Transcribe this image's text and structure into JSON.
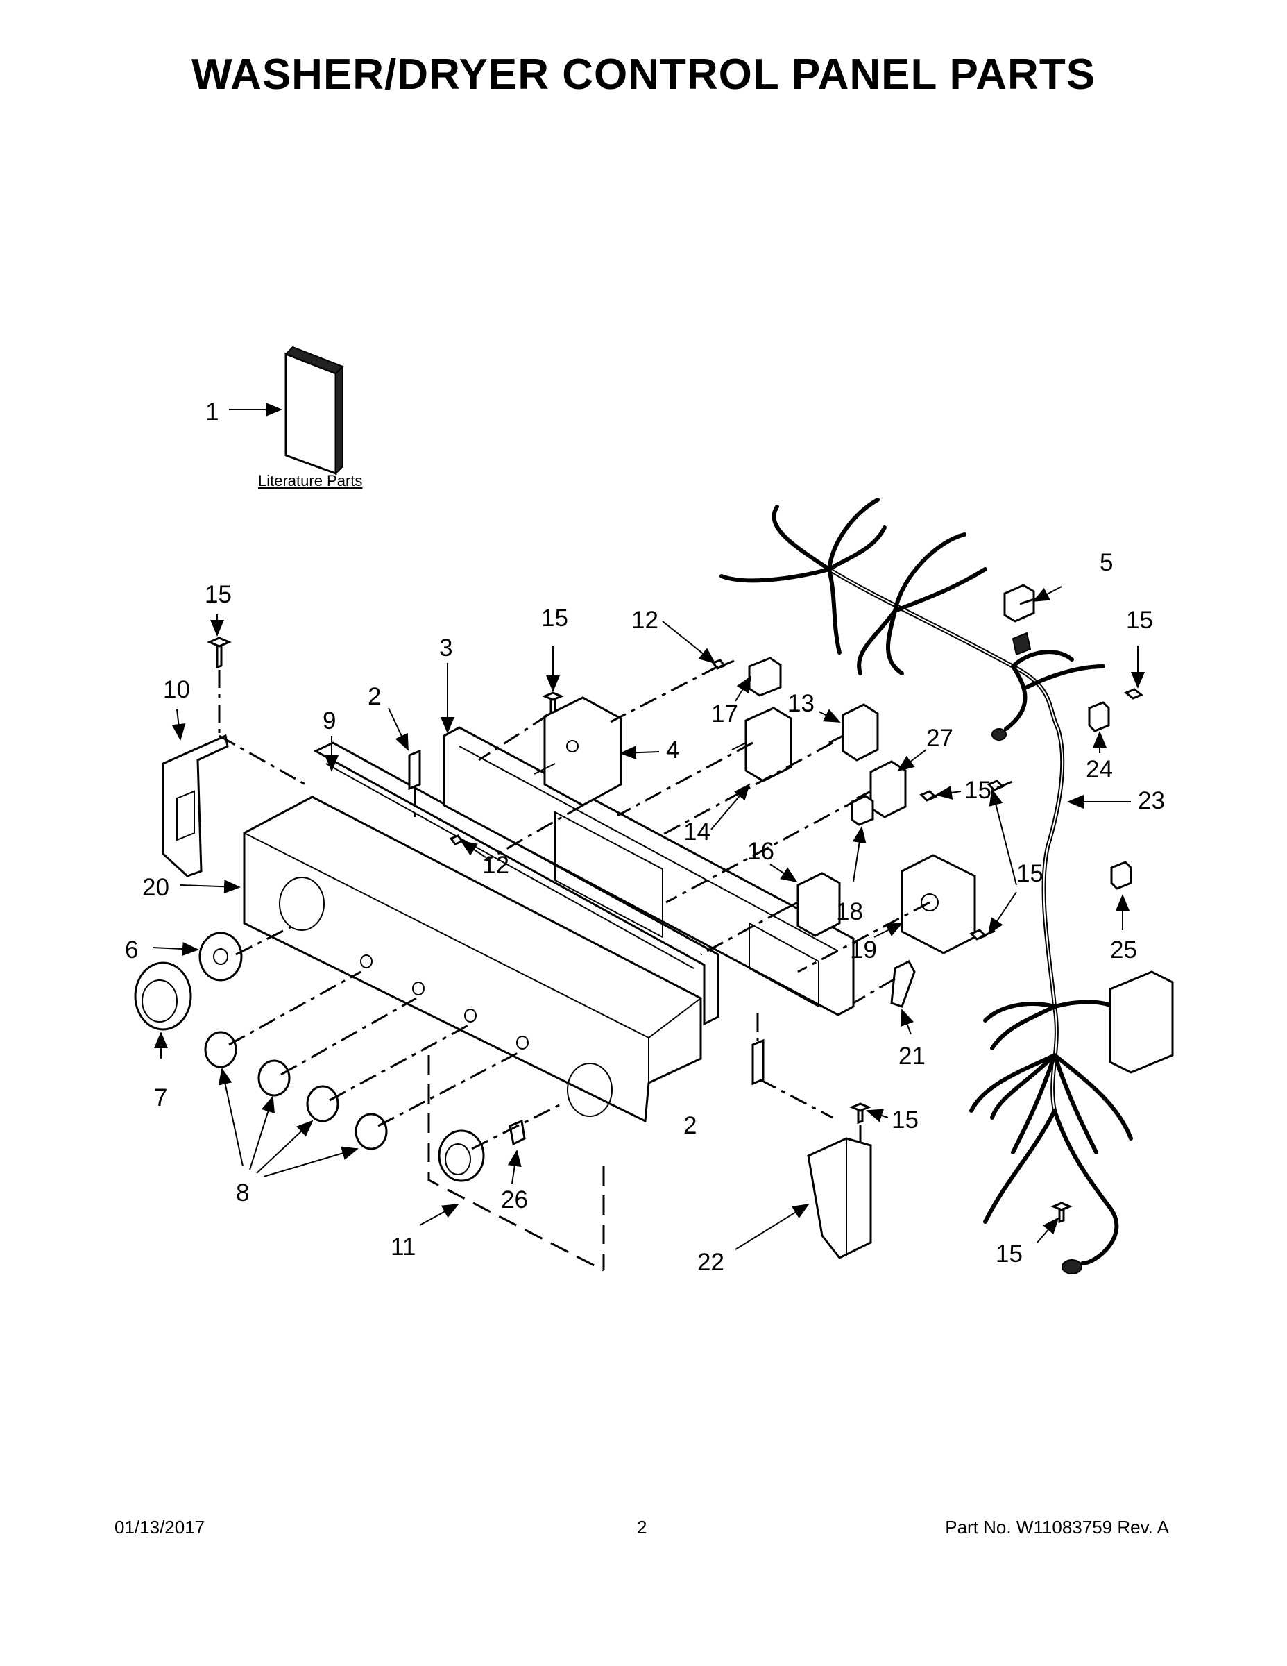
{
  "title": "WASHER/DRYER CONTROL PANEL PARTS",
  "literature_label": "Literature Parts",
  "callouts": {
    "c1": "1",
    "c2a": "2",
    "c2b": "2",
    "c3": "3",
    "c4": "4",
    "c5": "5",
    "c6": "6",
    "c7": "7",
    "c8": "8",
    "c9": "9",
    "c10": "10",
    "c11": "11",
    "c12a": "12",
    "c12b": "12",
    "c13": "13",
    "c14": "14",
    "c15a": "15",
    "c15b": "15",
    "c15c": "15",
    "c15d": "15",
    "c15e": "15",
    "c15f": "15",
    "c15g": "15",
    "c16": "16",
    "c17": "17",
    "c18": "18",
    "c19": "19",
    "c20": "20",
    "c21": "21",
    "c22": "22",
    "c23": "23",
    "c24": "24",
    "c25": "25",
    "c26": "26",
    "c27": "27"
  },
  "footer": {
    "date": "01/13/2017",
    "page": "2",
    "part_no": "Part No.  W11083759  Rev.  A"
  }
}
